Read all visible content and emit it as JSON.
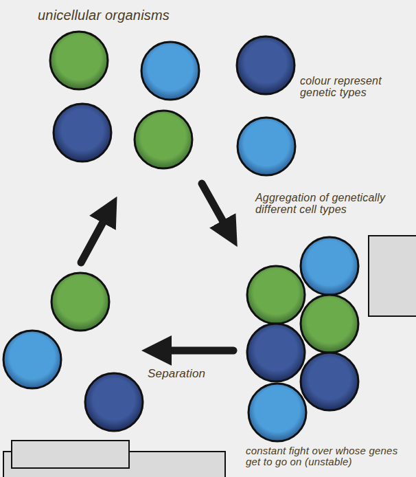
{
  "diagram": {
    "labels": [
      "unicellular organisms",
      "colour represent genetic types",
      "Aggregation of genetically different cell types",
      "Separation",
      "constant fight over whose genes get to go on (unstable)"
    ]
  }
}
